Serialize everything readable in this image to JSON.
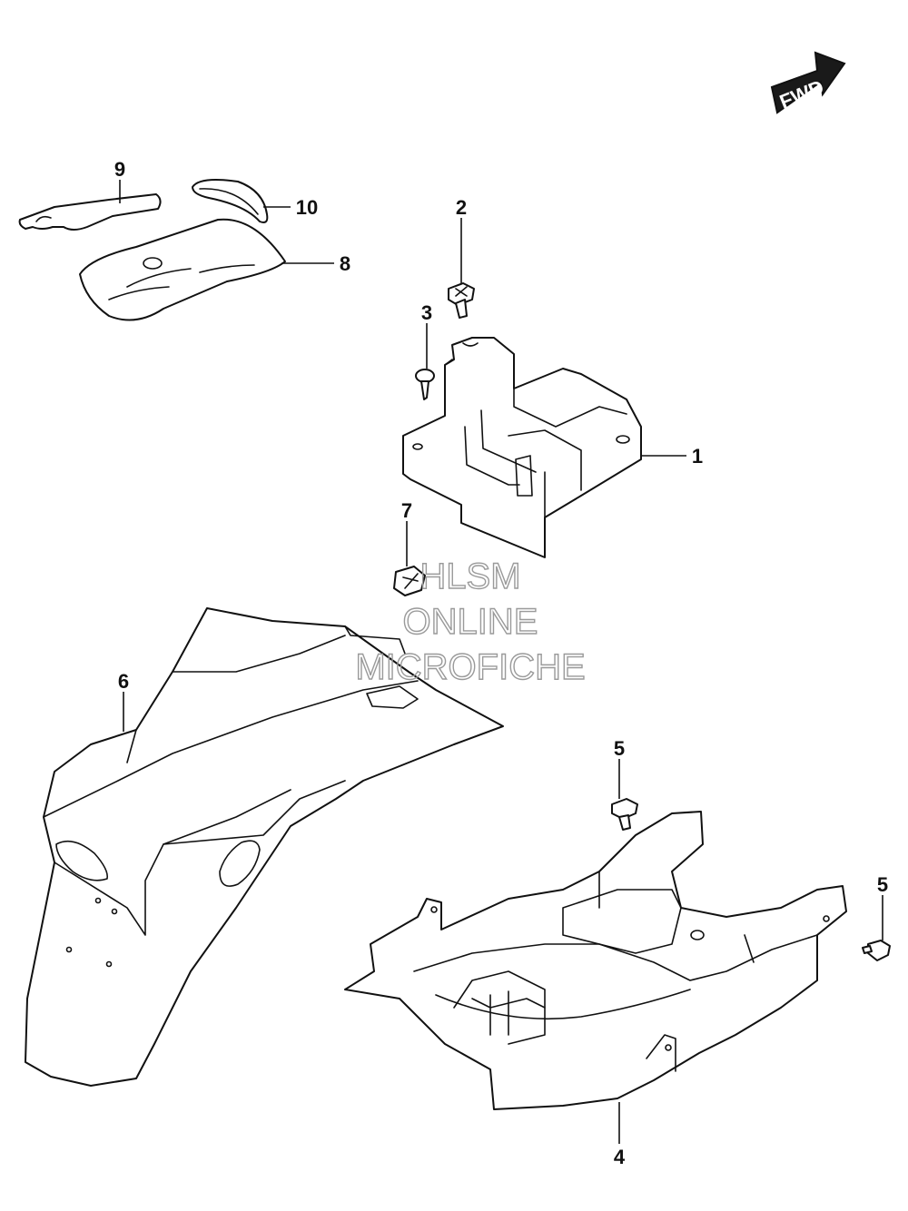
{
  "direction_badge": {
    "label": "FWD",
    "icon": "forward-arrow-icon"
  },
  "watermark": {
    "lines": [
      "HLSM",
      "ONLINE",
      "MICROFICHE"
    ]
  },
  "callouts": [
    {
      "id": "c1",
      "label": "1"
    },
    {
      "id": "c2",
      "label": "2"
    },
    {
      "id": "c3",
      "label": "3"
    },
    {
      "id": "c4",
      "label": "4"
    },
    {
      "id": "c5a",
      "label": "5"
    },
    {
      "id": "c5b",
      "label": "5"
    },
    {
      "id": "c6",
      "label": "6"
    },
    {
      "id": "c7",
      "label": "7"
    },
    {
      "id": "c8",
      "label": "8"
    },
    {
      "id": "c9",
      "label": "9"
    },
    {
      "id": "c10",
      "label": "10"
    }
  ]
}
